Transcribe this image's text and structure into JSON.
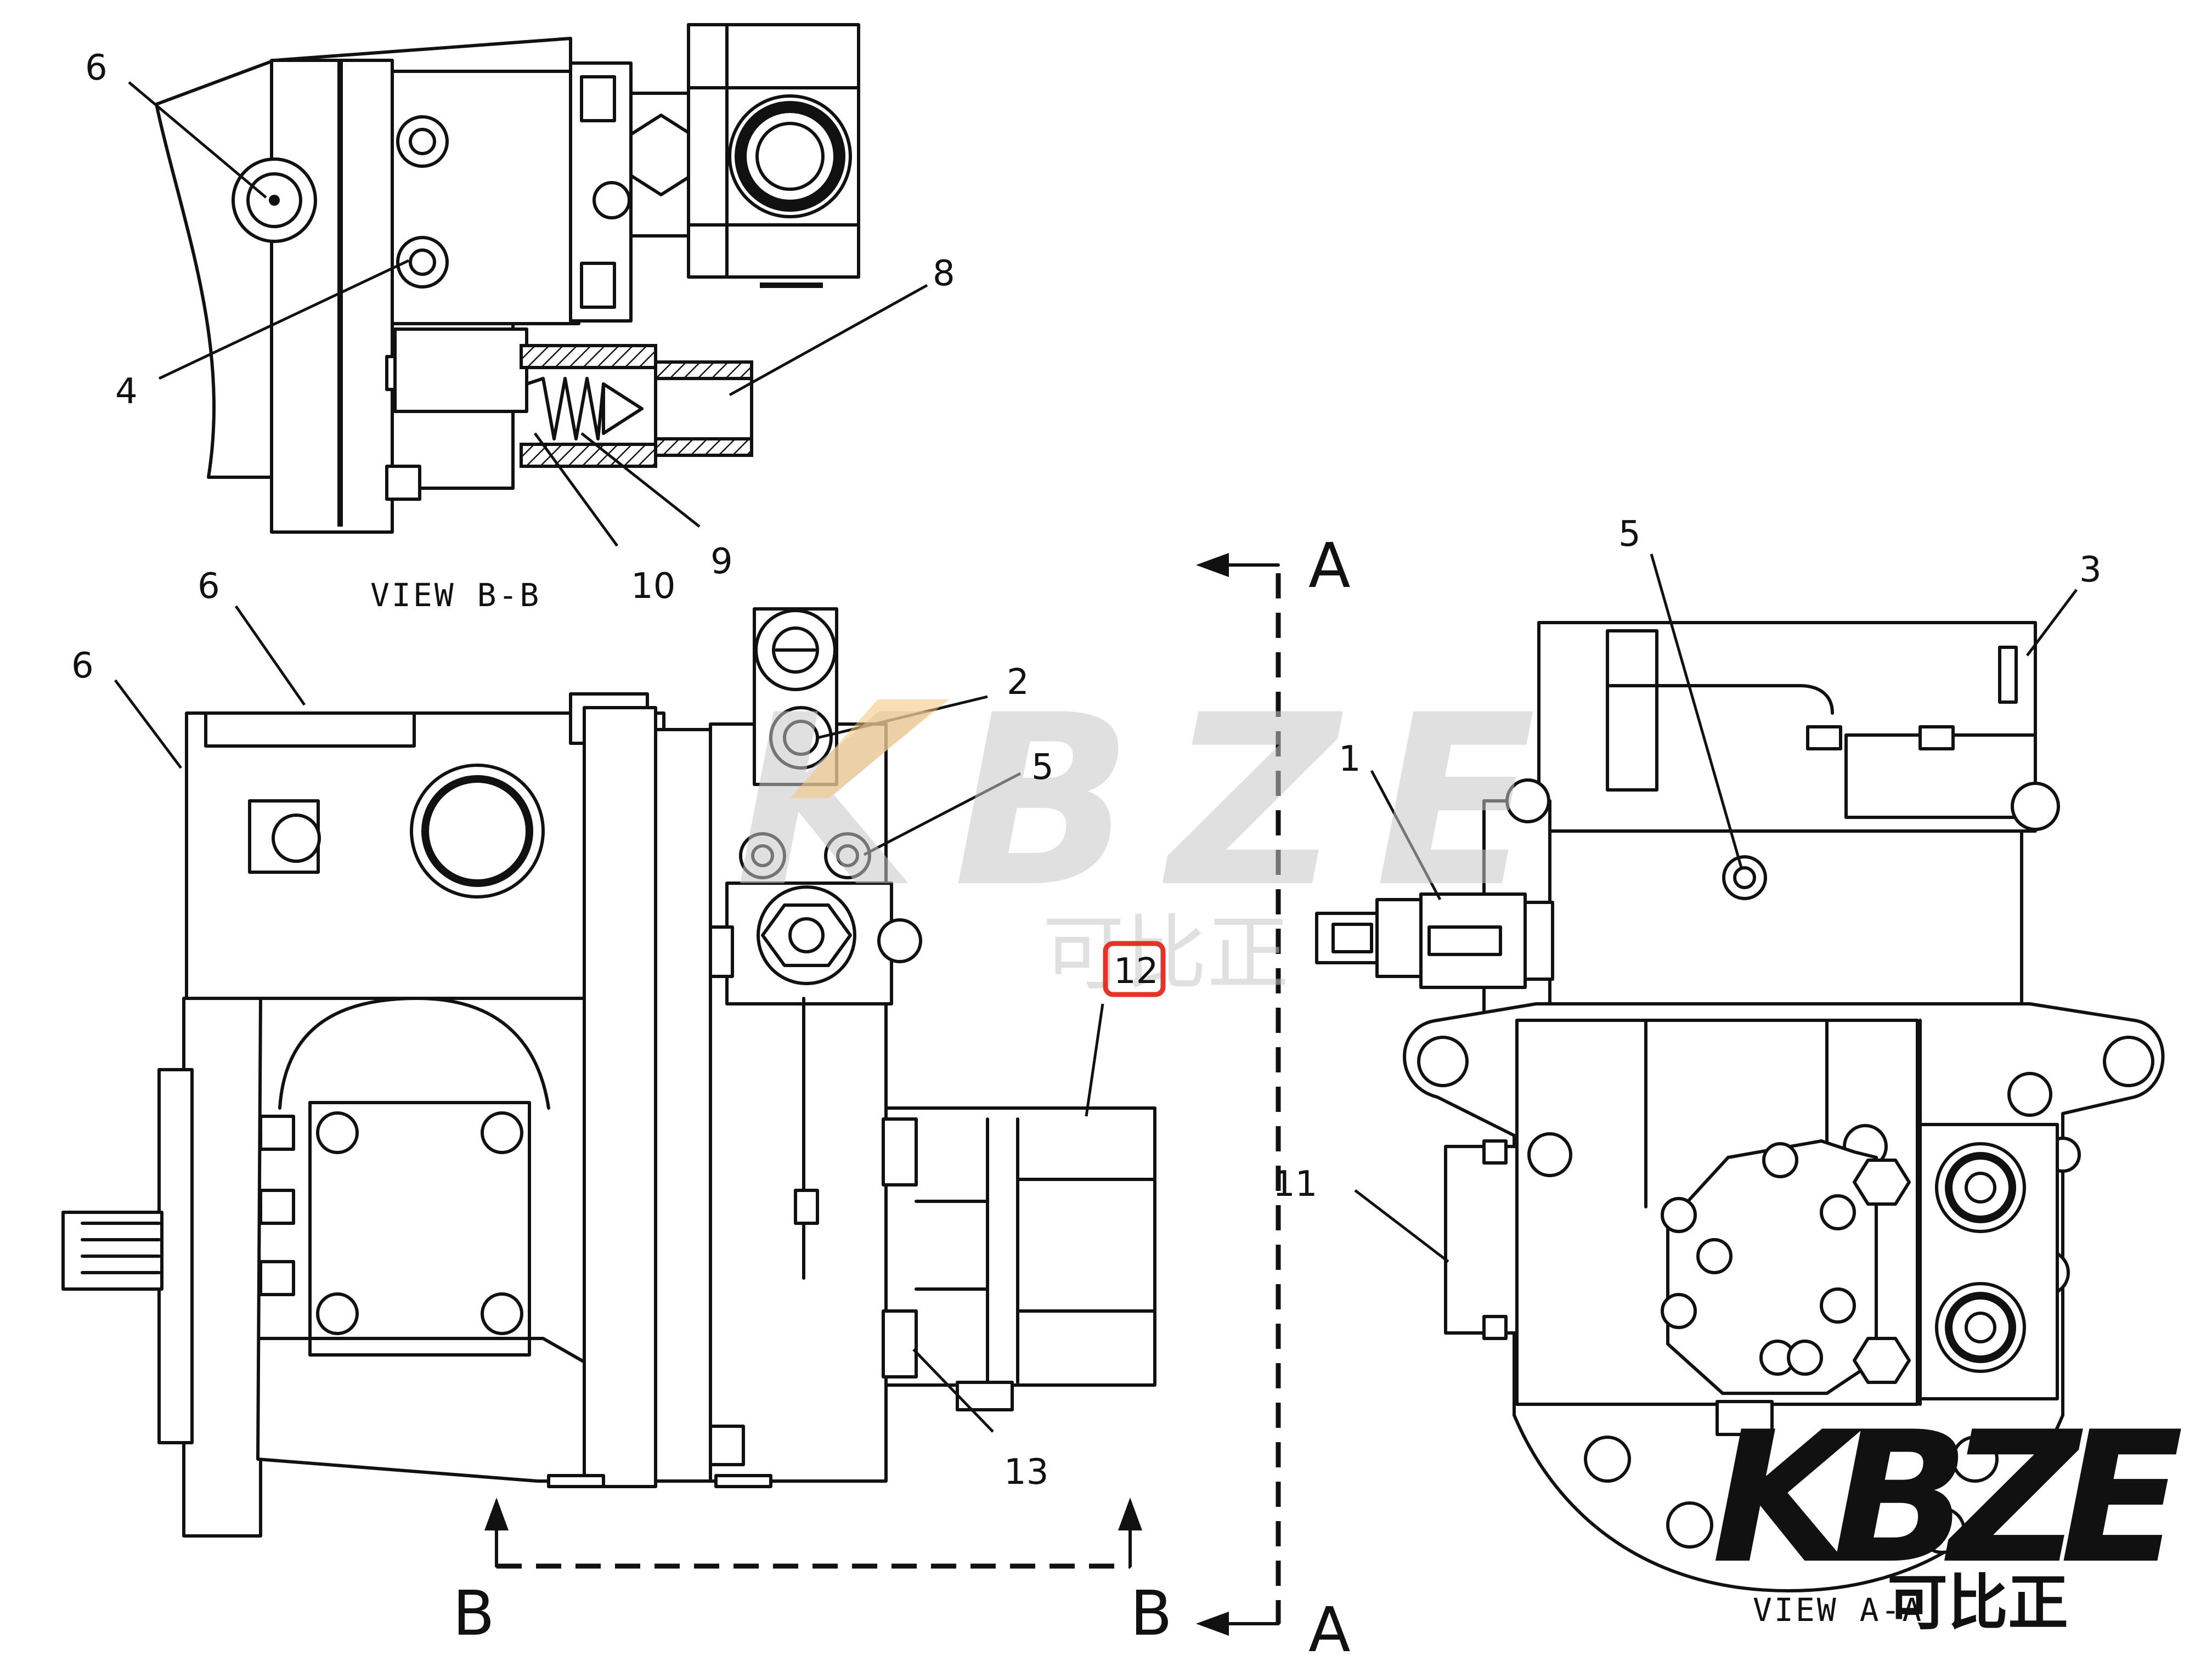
{
  "views": {
    "view_bb": "VIEW B-B",
    "view_aa": "VIEW A-A"
  },
  "section_letters": {
    "a_top": "A",
    "a_bottom": "A",
    "b_left": "B",
    "b_right": "B"
  },
  "callouts": {
    "top_6": "6",
    "top_4": "4",
    "top_8": "8",
    "top_9": "9",
    "top_10": "10",
    "left_6a": "6",
    "left_6b": "6",
    "left_2": "2",
    "left_5": "5",
    "left_12": "12",
    "left_13": "13",
    "right_5": "5",
    "right_3": "3",
    "right_1": "1",
    "right_11": "11"
  },
  "watermark": {
    "brand": "KBZE",
    "chinese": "可比正"
  },
  "colors": {
    "line": "#111111",
    "highlight": "#e5332a",
    "watermark_gray": "#c8c8c8",
    "watermark_orange": "#f6c27a"
  }
}
